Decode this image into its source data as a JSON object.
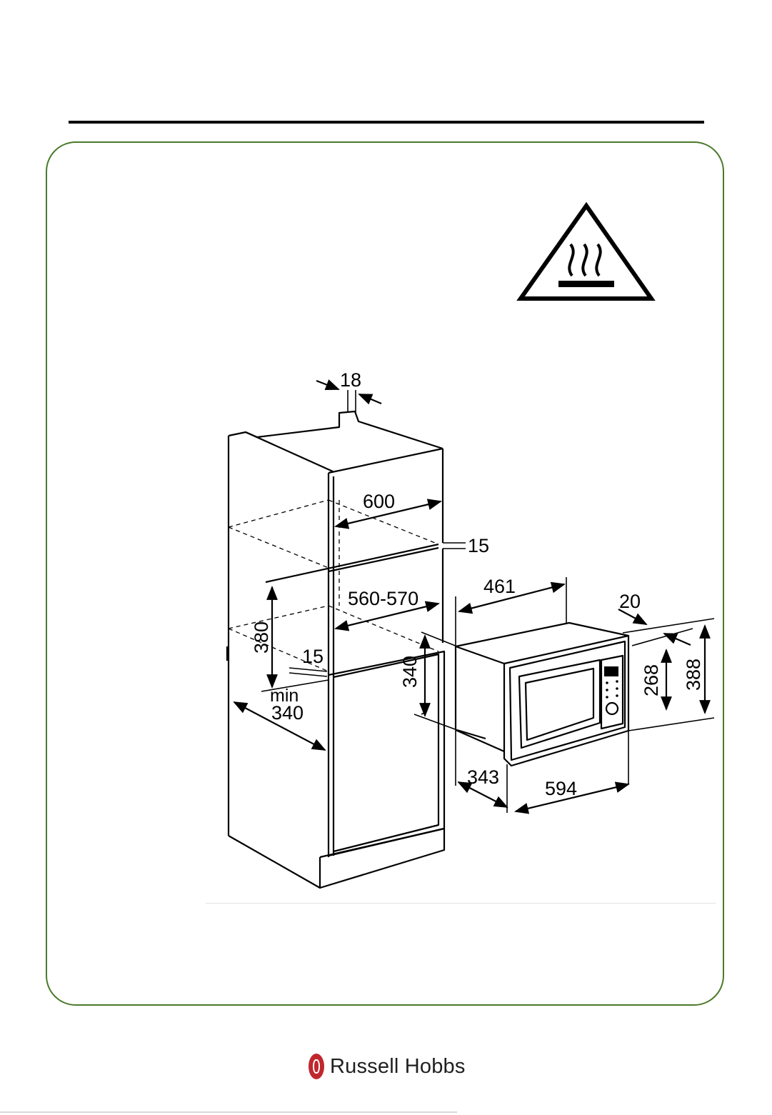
{
  "dimensions": {
    "panel_thickness": "18",
    "cabinet_depth": "600",
    "top_gap": "15",
    "inner_depth": "560-570",
    "niche_height": "380",
    "bottom_gap": "15",
    "min_label": "min",
    "min_value": "340",
    "niche_340": "340",
    "oven_depth": "461",
    "frame_offset": "20",
    "oven_height": "268",
    "frame_height": "388",
    "side_depth": "343",
    "frame_width": "594"
  },
  "warning_symbol": "hot-surface-icon",
  "brand": {
    "name": "Russell Hobbs"
  },
  "colors": {
    "panel_border": "#4a7a2a",
    "brand_red": "#c0272d"
  }
}
